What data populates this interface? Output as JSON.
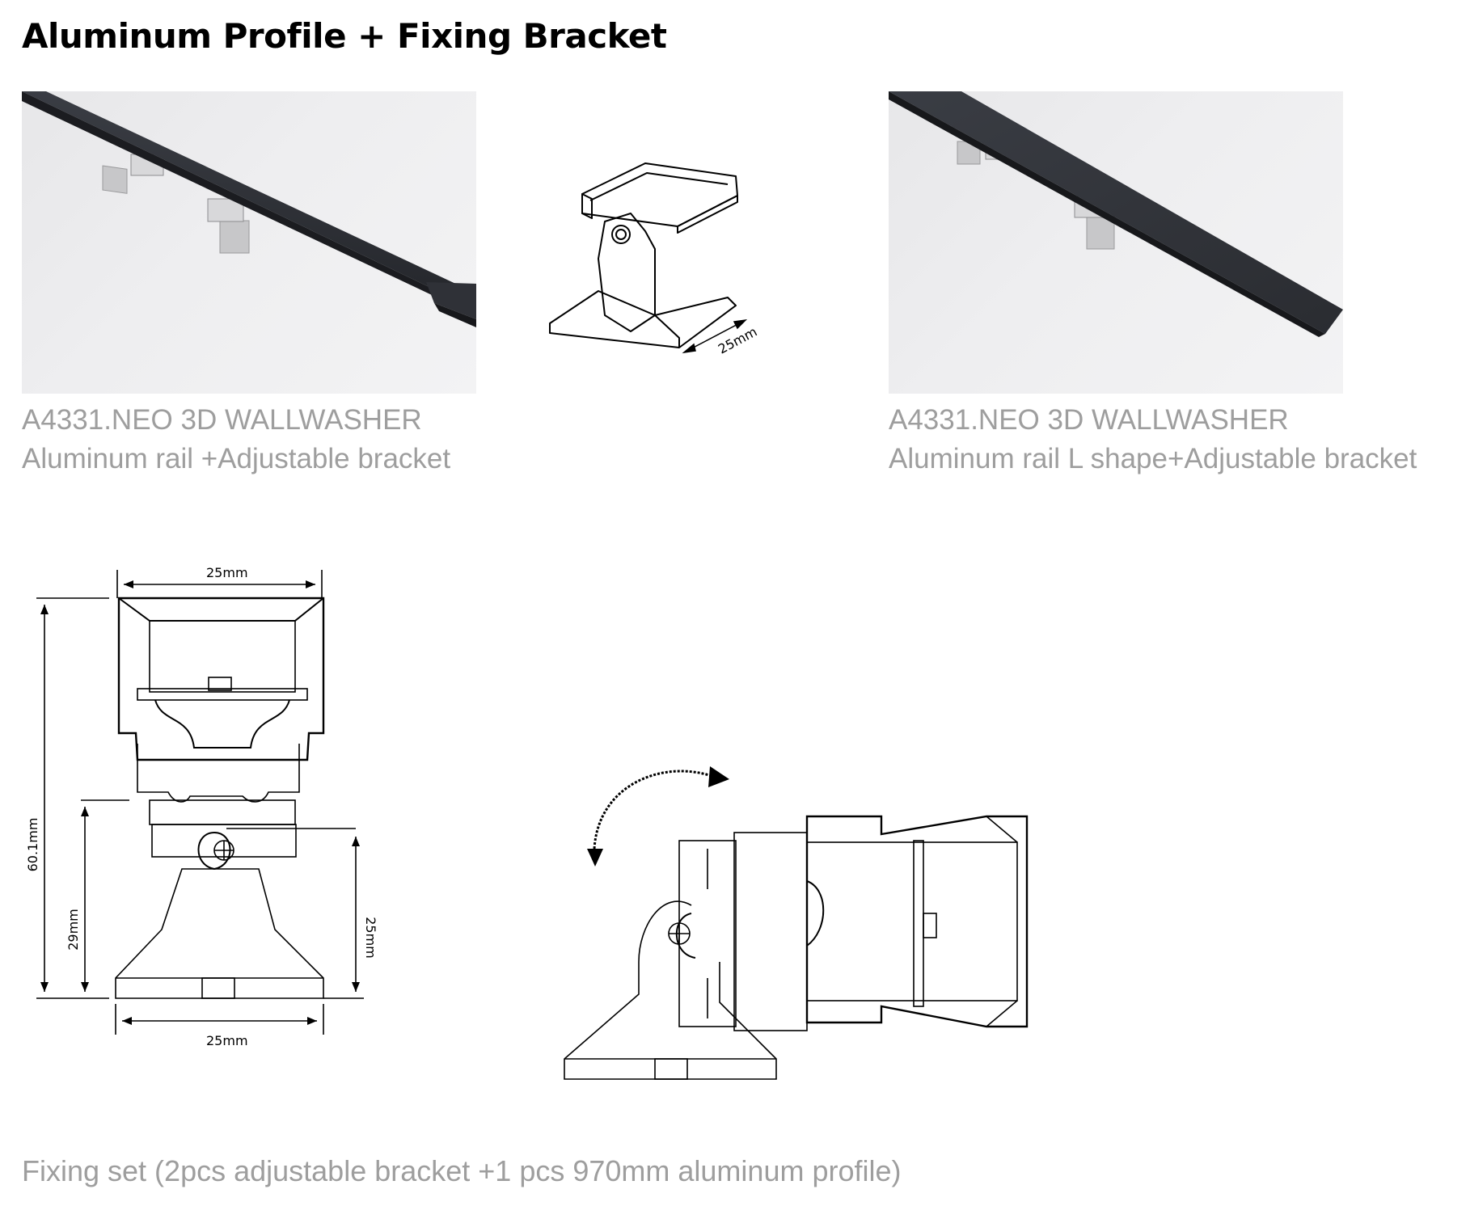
{
  "page": {
    "title": "Aluminum Profile + Fixing Bracket"
  },
  "products": [
    {
      "name": "A4331.NEO 3D WALLWASHER",
      "description": "Aluminum rail +Adjustable bracket"
    },
    {
      "name": "A4331.NEO 3D WALLWASHER",
      "description": "Aluminum rail L shape+Adjustable bracket"
    }
  ],
  "bracket_sketch": {
    "dimension": "25mm"
  },
  "technical_drawing": {
    "top_width": "25mm",
    "bottom_width": "25mm",
    "total_height": "60.1mm",
    "bracket_height": "29mm",
    "inner_height": "25mm"
  },
  "fixing_set_caption": "Fixing set (2pcs adjustable bracket +1 pcs 970mm aluminum profile)",
  "colors": {
    "caption_gray": "#9e9e9e",
    "rail_dark": "#2b2d33",
    "bracket_silver": "#c9c9cb"
  }
}
